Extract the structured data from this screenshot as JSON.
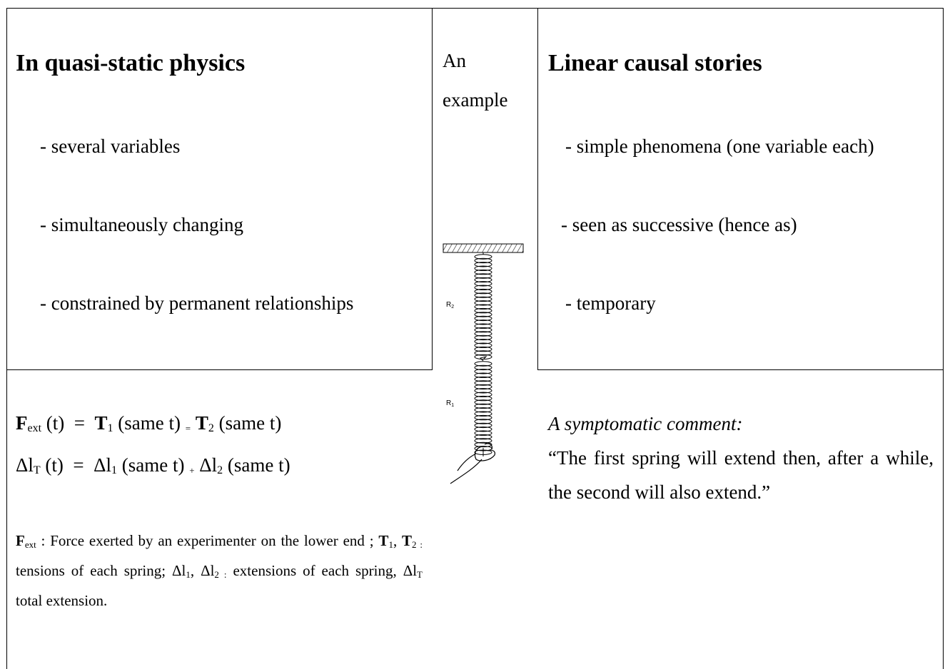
{
  "left_box": {
    "heading": "In quasi-static physics",
    "items": [
      "- several variables",
      "- simultaneously changing",
      "- constrained by permanent relationships"
    ]
  },
  "middle": {
    "label_line1": "An",
    "label_line2": "example",
    "spring_top_label": "R",
    "spring_top_index": "2",
    "spring_bottom_label": "R",
    "spring_bottom_index": "1"
  },
  "right_box": {
    "heading": "Linear causal stories",
    "items": [
      "- simple phenomena (one variable each)",
      "- seen as successive (hence as)",
      "- temporary"
    ]
  },
  "formulas": {
    "f1": {
      "F": "F",
      "F_sub": "ext",
      "lhs_rest": " (t)  =  ",
      "T1": "T",
      "T1_sub": "1",
      "mid": " (same t) ",
      "op": "=",
      "T2": "T",
      "T2_sub": "2",
      "end": " (same t)"
    },
    "f2": {
      "dl": "Δl",
      "dl_sub": "T",
      "lhs_rest": " (t)  =  Δl",
      "sub1": "1",
      "mid": " (same t) ",
      "op": "+",
      "dl2": " Δl",
      "sub2": "2",
      "end": " (same t)"
    }
  },
  "note": {
    "F": "F",
    "F_sub": "ext",
    "t1": " : Force exerted by an experimenter on the lower end ; ",
    "T1": "T",
    "T1_sub": "1",
    "t2": ", ",
    "T2": "T",
    "T2_sub": "2 :",
    "t3": " tensions of each spring; Δl",
    "s1": "1",
    "t4": ", Δl",
    "s2": "2 :",
    "t5": " extensions of each spring, Δl",
    "sT": "T",
    "t6": " total extension."
  },
  "comment": {
    "title": "A symptomatic comment:",
    "quote": "“The first spring will extend then, after a while, the second will also extend.”"
  }
}
